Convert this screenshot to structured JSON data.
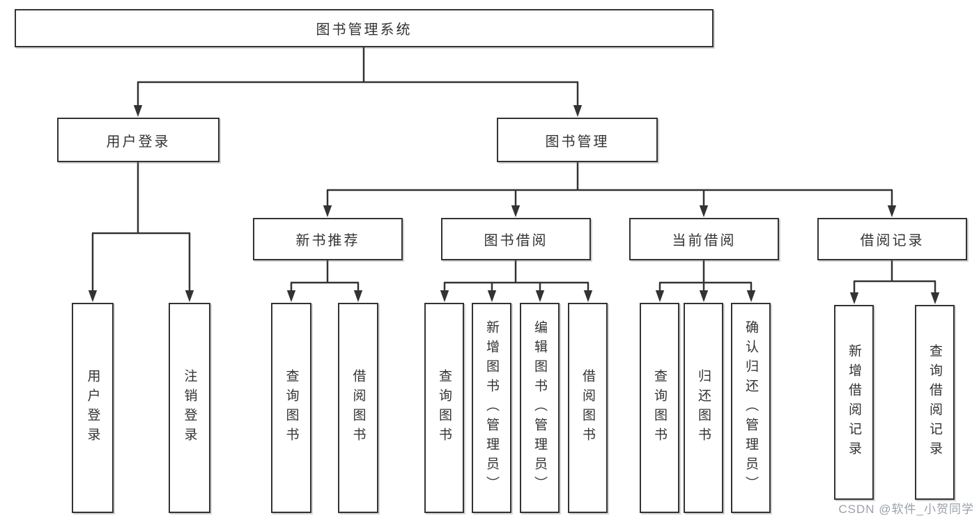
{
  "watermark": "CSDN @软件_小贺同学",
  "colors": {
    "line": "#333333",
    "text": "#333333",
    "background": "#ffffff",
    "watermark": "#9ba0a8"
  },
  "tree": {
    "root": "图书管理系统",
    "level2": [
      {
        "label": "用户登录",
        "children": [
          "用户登录",
          "注销登录"
        ]
      },
      {
        "label": "图书管理",
        "children": [
          {
            "label": "新书推荐",
            "children": [
              "查询图书",
              "借阅图书"
            ]
          },
          {
            "label": "图书借阅",
            "children": [
              "查询图书",
              "新增图书（管理员）",
              "编辑图书（管理员）",
              "借阅图书"
            ]
          },
          {
            "label": "当前借阅",
            "children": [
              "查询图书",
              "归还图书",
              "确认归还（管理员）"
            ]
          },
          {
            "label": "借阅记录",
            "children": [
              "新增借阅记录",
              "查询借阅记录"
            ]
          }
        ]
      }
    ]
  }
}
